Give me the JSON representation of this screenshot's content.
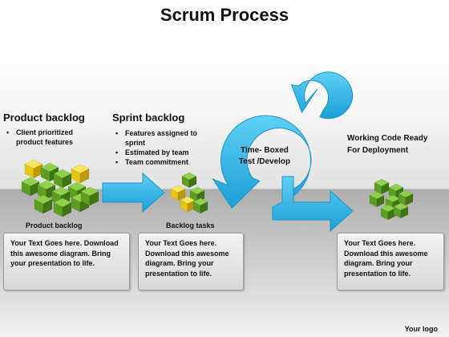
{
  "title": "Scrum Process",
  "product_backlog": {
    "heading": "Product backlog",
    "bullets": [
      "Client prioritized product features"
    ],
    "label": "Product backlog",
    "note": "Your Text Goes here. Download this awesome diagram. Bring your presentation to life."
  },
  "sprint_backlog": {
    "heading": "Sprint backlog",
    "bullets": [
      "Features assigned to sprint",
      "Estimated by team",
      "Team commitment"
    ],
    "label": "Backlog tasks",
    "note": "Your Text Goes here. Download this awesome diagram. Bring your presentation to life."
  },
  "sprint_cycle": {
    "line1": "Time- Boxed",
    "line2": "Test /Develop"
  },
  "deployment": {
    "line1": "Working Code  Ready",
    "line2": "For Deployment",
    "note": "Your Text Goes here. Download this awesome diagram. Bring your presentation to life."
  },
  "footer": {
    "logo": "Your logo"
  },
  "colors": {
    "arrow": "#27b4ea",
    "cube_green": "#6aae2c",
    "cube_yellow": "#f2d11b"
  }
}
